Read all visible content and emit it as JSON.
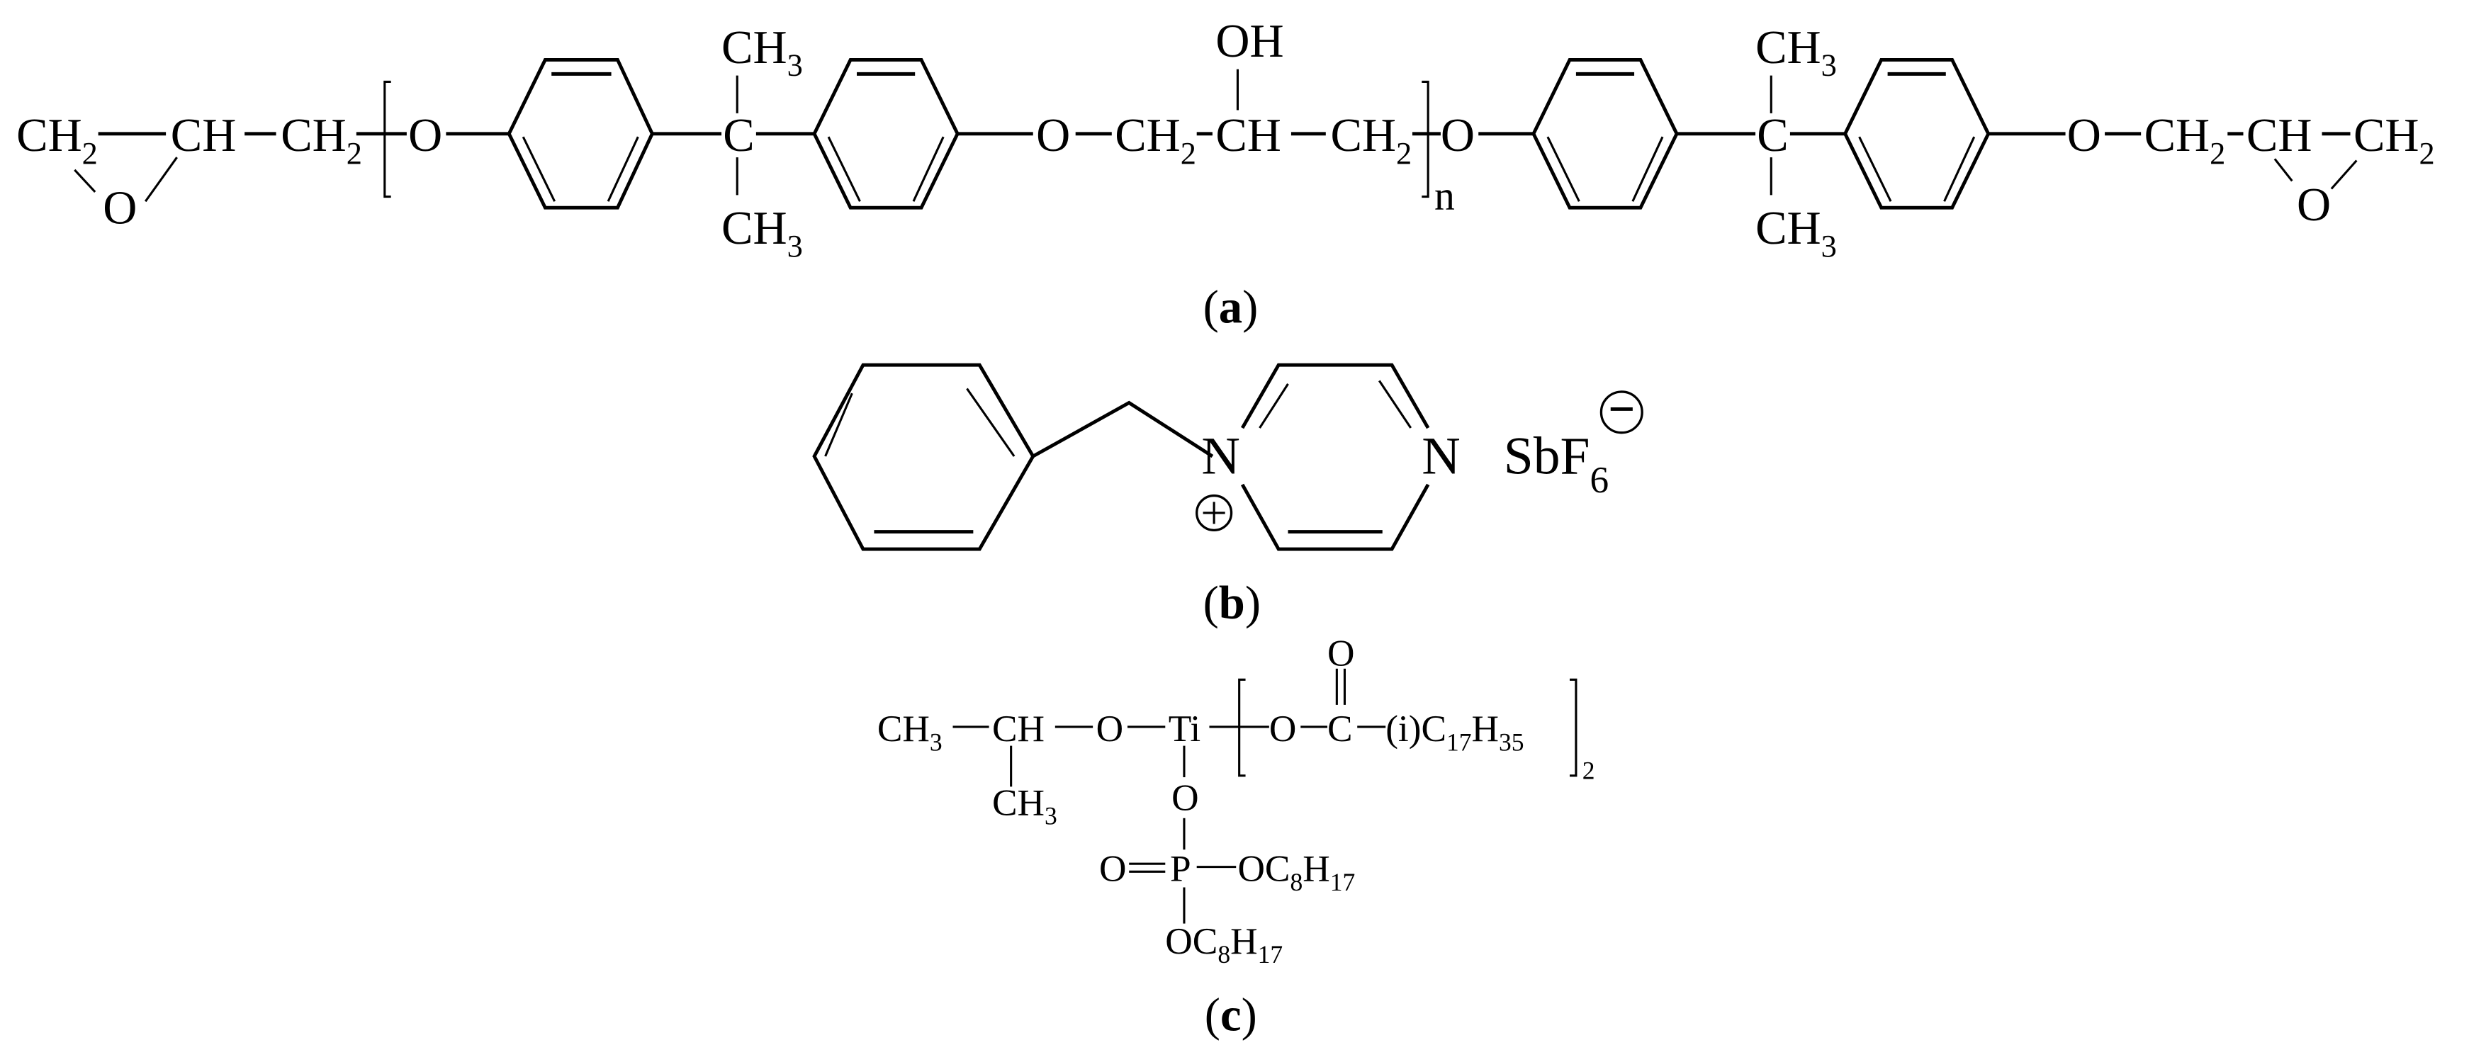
{
  "figure": {
    "background": "#ffffff",
    "ink": "#000000",
    "panels": [
      {
        "id": "a",
        "label": "(a)",
        "label_letter": "a",
        "description": "Bisphenol-A diglycidyl ether epoxy resin repeat structure",
        "groups": {
          "left_epoxide_ch2": "CH",
          "left_epoxide_ch2_sub": "2",
          "left_epoxide_ch": "CH",
          "left_ch2": "CH",
          "left_ch2_sub": "2",
          "left_epoxide_o": "O",
          "o1": "O",
          "c1": "C",
          "c1_top": "CH",
          "c1_top_sub": "3",
          "c1_bottom": "CH",
          "c1_bottom_sub": "3",
          "o2": "O",
          "mid_ch2a": "CH",
          "mid_ch2a_sub": "2",
          "mid_ch": "CH",
          "mid_oh": "OH",
          "mid_ch2b": "CH",
          "mid_ch2b_sub": "2",
          "repeat_n": "n",
          "o3": "O",
          "c2": "C",
          "c2_top": "CH",
          "c2_top_sub": "3",
          "c2_bottom": "CH",
          "c2_bottom_sub": "3",
          "o4": "O",
          "right_ch2": "CH",
          "right_ch2_sub": "2",
          "right_epoxide_ch": "CH",
          "right_epoxide_ch2": "CH",
          "right_epoxide_ch2_sub": "2",
          "right_epoxide_o": "O"
        }
      },
      {
        "id": "b",
        "label": "(b)",
        "label_letter": "b",
        "description": "N-benzylpyrazinium hexafluoroantimonate",
        "groups": {
          "n_plus": "N",
          "plus_charge": "+",
          "n2": "N",
          "anion": "SbF",
          "anion_sub": "6",
          "minus_charge": "−"
        }
      },
      {
        "id": "c",
        "label": "(c)",
        "label_letter": "c",
        "description": "Titanate coupling agent",
        "groups": {
          "ch3_left": "CH",
          "ch3_left_sub": "3",
          "ch": "CH",
          "o_iso": "O",
          "ti": "Ti",
          "o_ester": "O",
          "c_carbonyl": "C",
          "o_carbonyl": "O",
          "chain_prefix": "(i)C",
          "chain_c_sub": "17",
          "chain_h": "H",
          "chain_h_sub": "35",
          "repeat": "2",
          "ch3_below": "CH",
          "ch3_below_sub": "3",
          "o_ti_p": "O",
          "p_double_o": "O",
          "p": "P",
          "oc8_right": "OC",
          "oc8_right_c_sub": "8",
          "oc8_right_h": "H",
          "oc8_right_h_sub": "17",
          "oc8_below": "OC",
          "oc8_below_c_sub": "8",
          "oc8_below_h": "H",
          "oc8_below_h_sub": "17"
        }
      }
    ]
  }
}
